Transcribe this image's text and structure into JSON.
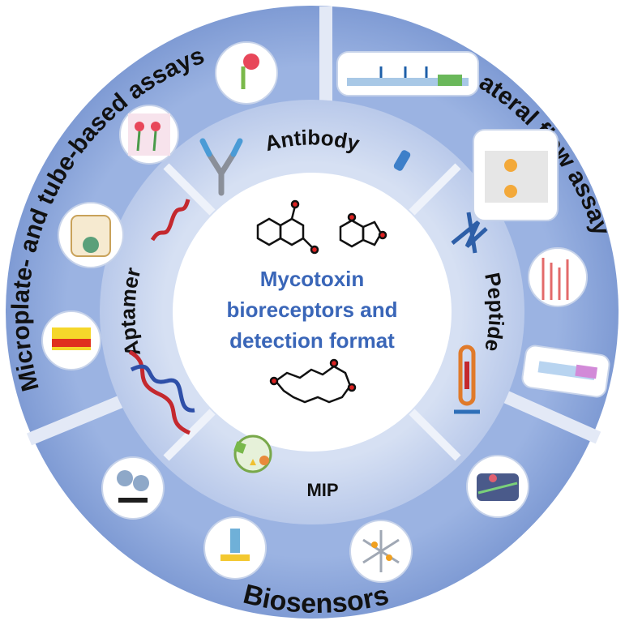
{
  "center": {
    "lines": [
      "Mycotoxin",
      "bioreceptors and",
      "detection format"
    ],
    "color": "#3a66b8"
  },
  "bioreceptors": {
    "antibody": "Antibody",
    "peptide": "Peptide",
    "mip": "MIP",
    "aptamer": "Aptamer"
  },
  "formats": {
    "microplate": "Microplate- and tube-based assays",
    "lateral_flow": "Lateral flow assay",
    "biosensors": "Biosensors"
  },
  "colors": {
    "outer_ring": "#8fa9dc",
    "inner_ring": "#c9d6ee",
    "divider": "#dbe3f3",
    "center": "#ffffff",
    "text": "#111111"
  }
}
